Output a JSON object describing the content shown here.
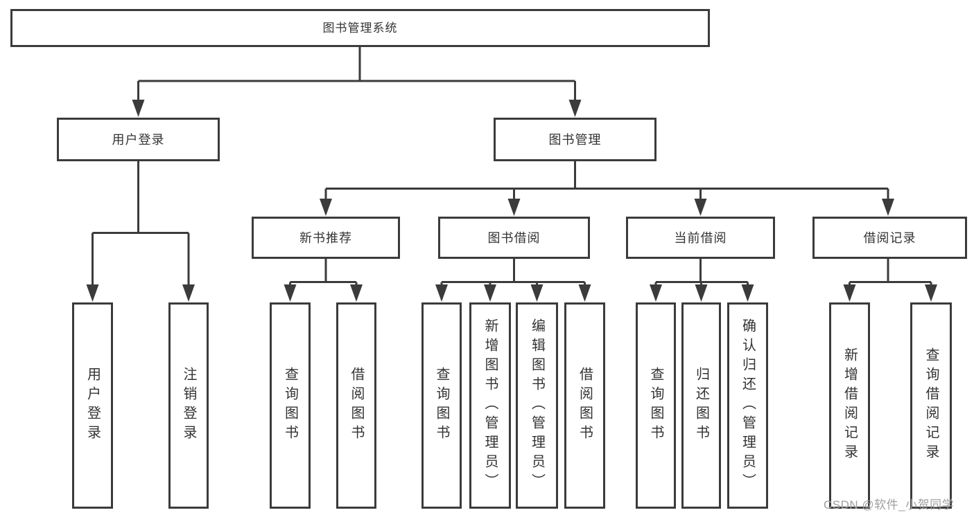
{
  "styles": {
    "line_color": "#3b3b3b",
    "text_color": "#333333",
    "box_background": "#ffffff",
    "watermark_color": "#9f9f9f"
  },
  "watermark": {
    "text": "CSDN @软件_小贺同学"
  },
  "tree": {
    "label": "图书管理系统",
    "children": [
      {
        "label": "用户登录",
        "leaves": [
          "用户登录",
          "注销登录"
        ]
      },
      {
        "label": "图书管理",
        "children": [
          {
            "label": "新书推荐",
            "leaves": [
              "查询图书",
              "借阅图书"
            ]
          },
          {
            "label": "图书借阅",
            "leaves": [
              "查询图书",
              "新增图书（管理员）",
              "编辑图书（管理员）",
              "借阅图书"
            ]
          },
          {
            "label": "当前借阅",
            "leaves": [
              "查询图书",
              "归还图书",
              "确认归还（管理员）"
            ]
          },
          {
            "label": "借阅记录",
            "leaves": [
              "新增借阅记录",
              "查询借阅记录"
            ]
          }
        ]
      }
    ]
  }
}
